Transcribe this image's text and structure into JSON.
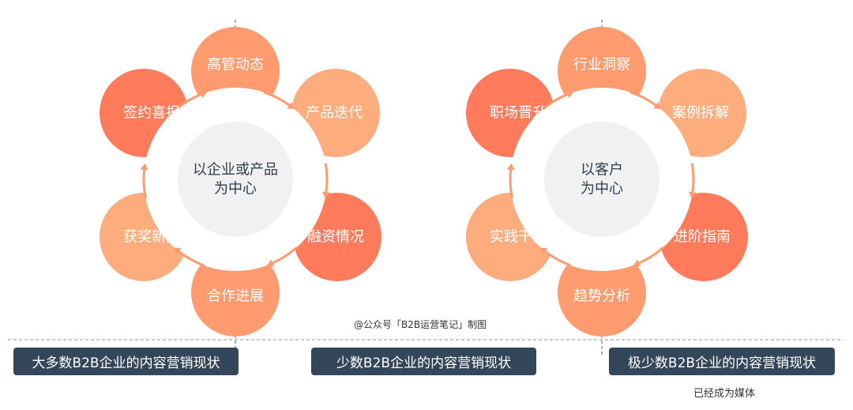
{
  "colors": {
    "dark": "#ff7b5c",
    "medium": "#ff9b6f",
    "light": "#fdad7d",
    "center": "#f1f1f1",
    "caption_bg": "#34475a",
    "arrow": "#ff9b6f"
  },
  "left_cluster": {
    "center_lines": [
      "以企业或产品",
      "为中心"
    ],
    "petals": [
      {
        "label": "高管动态",
        "tone": "medium"
      },
      {
        "label": "产品迭代",
        "tone": "light"
      },
      {
        "label": "融资情况",
        "tone": "dark"
      },
      {
        "label": "合作进展",
        "tone": "medium"
      },
      {
        "label": "获奖新闻",
        "tone": "light"
      },
      {
        "label": "签约喜报",
        "tone": "dark"
      }
    ]
  },
  "right_cluster": {
    "center_lines": [
      "以客户",
      "为中心"
    ],
    "petals": [
      {
        "label": "行业洞察",
        "tone": "medium"
      },
      {
        "label": "案例拆解",
        "tone": "light"
      },
      {
        "label": "进阶指南",
        "tone": "dark"
      },
      {
        "label": "趋势分析",
        "tone": "medium"
      },
      {
        "label": "实践干货",
        "tone": "light"
      },
      {
        "label": "职场晋升",
        "tone": "dark"
      }
    ]
  },
  "watermark": "@公众号「B2B运营笔记」制图",
  "captions": [
    "大多数B2B企业的内容营销现状",
    "少数B2B企业的内容营销现状",
    "极少数B2B企业的内容营销现状"
  ],
  "footnote": "已经成为媒体"
}
